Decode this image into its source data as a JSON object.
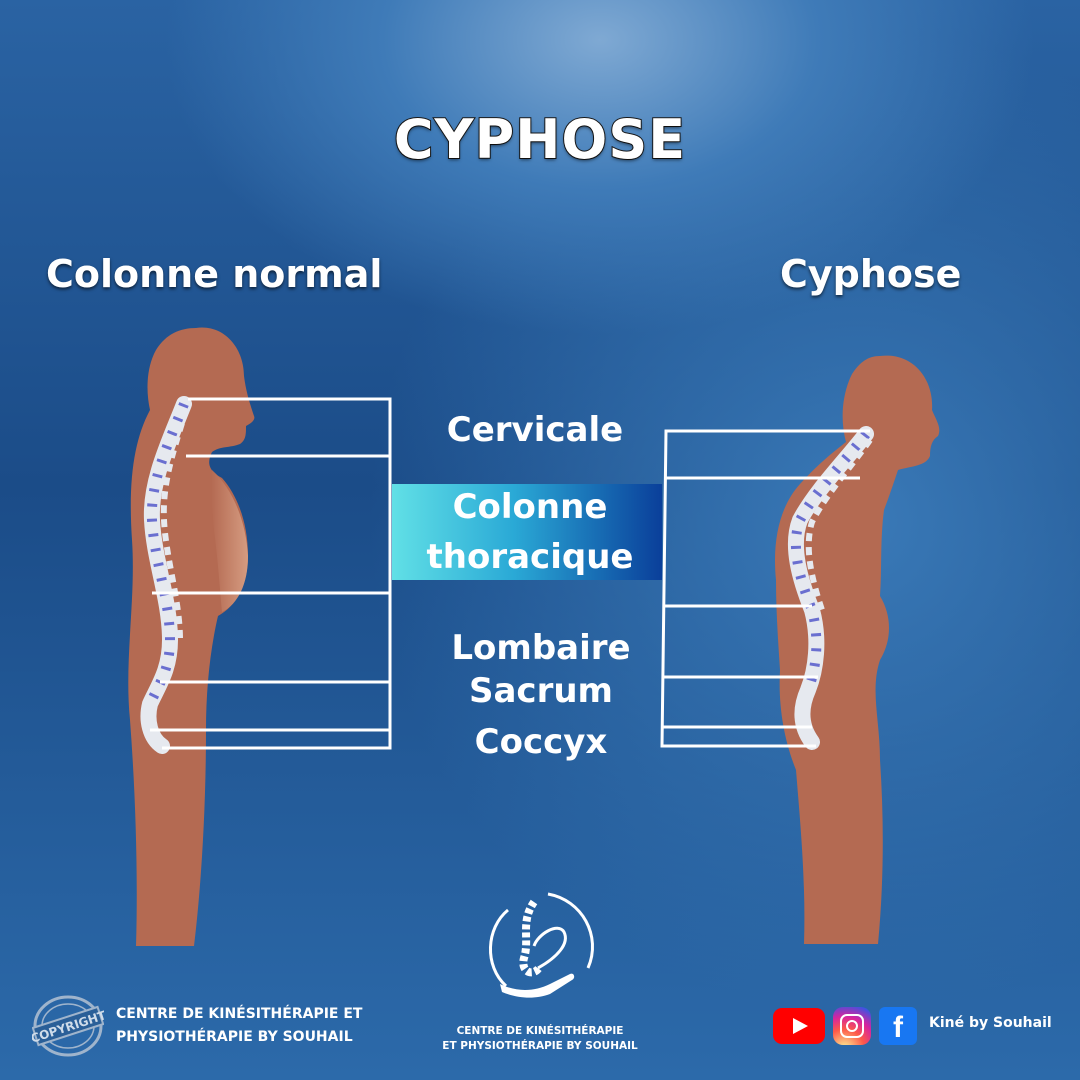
{
  "title": "CYPHOSE",
  "left_figure": {
    "label": "Colonne normal"
  },
  "right_figure": {
    "label": "Cyphose"
  },
  "regions": {
    "cervicale": "Cervicale",
    "thoracique_line1": "Colonne",
    "thoracique_line2": "thoracique",
    "lombaire": "Lombaire",
    "sacrum": "Sacrum",
    "coccyx": "Coccyx"
  },
  "footer": {
    "stamp_text": "COPYRIGHT",
    "left_name_line1": "CENTRE DE KINÉSITHÉRAPIE ET",
    "left_name_line2": "PHYSIOTHÉRAPIE BY SOUHAIL",
    "center_name_line1": "CENTRE DE KINÉSITHÉRAPIE",
    "center_name_line2": "ET PHYSIOTHÉRAPIE BY SOUHAIL",
    "brand": "Kiné by Souhail"
  },
  "colors": {
    "body": "#b46a52",
    "spine": "#e6e9ef",
    "disc": "#6a6fd0",
    "band_start": "#61e0e6",
    "band_end": "#0a3f9a"
  },
  "icons": [
    "youtube-icon",
    "instagram-icon",
    "facebook-icon",
    "copyright-stamp-icon",
    "spine-hand-logo-icon"
  ]
}
